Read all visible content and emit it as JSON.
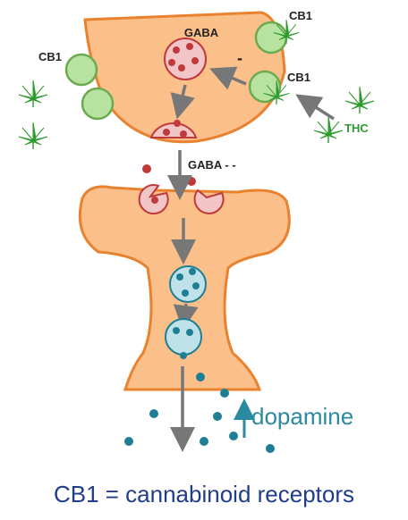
{
  "labels": {
    "gaba_top": "GABA",
    "cb1_left": "CB1",
    "cb1_top_right": "CB1",
    "cb1_mid_right": "CB1",
    "thc": "THC",
    "minus_sign": "-",
    "gaba_reduced": "GABA - -",
    "dopamine": "dopamine"
  },
  "caption": "CB1 = cannabinoid receptors",
  "colors": {
    "neuron_fill": "#fbbf8a",
    "neuron_stroke": "#e8822f",
    "receptor_fill": "#b8e2a0",
    "receptor_stroke": "#6aab4f",
    "gaba_vesicle_fill": "#f2c6c6",
    "gaba_dot": "#c0393b",
    "dopamine_vesicle_fill": "#bfe2ea",
    "dopamine_dot": "#1e7f94",
    "arrow": "#777777",
    "leaf": "#2f9a2f",
    "thc_text": "#2f9a2f",
    "caption_text": "#1f3d8a",
    "dopamine_text": "#2a8aa0"
  },
  "icons": {
    "cannabis_leaf": "cannabis-leaf-icon",
    "up_arrow": "up-arrow-icon"
  }
}
